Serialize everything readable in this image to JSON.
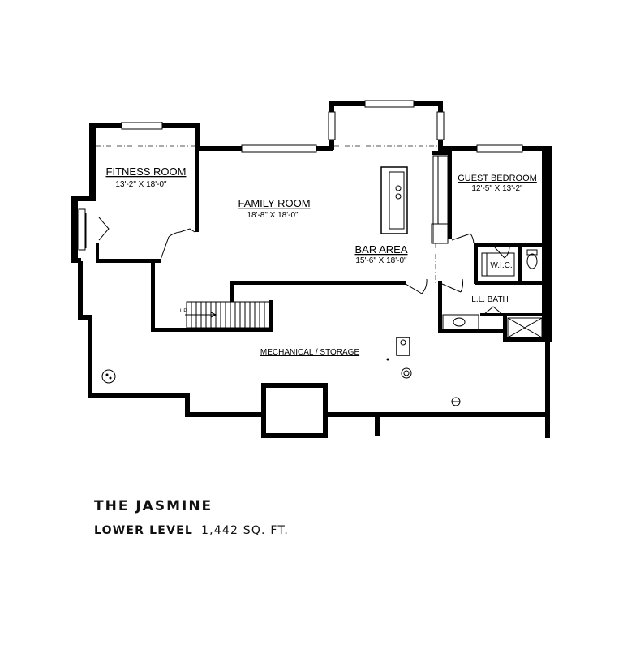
{
  "plan": {
    "title": "THE JASMINE",
    "level": "LOWER LEVEL",
    "area": "1,442 SQ. FT."
  },
  "rooms": {
    "fitness": {
      "name": "FITNESS ROOM",
      "dims": "13'-2\" X 18'-0\""
    },
    "family": {
      "name": "FAMILY ROOM",
      "dims": "18'-8\" X 18'-0\""
    },
    "bar": {
      "name": "BAR AREA",
      "dims": "15'-6\" X 18'-0\""
    },
    "guest": {
      "name": "GUEST BEDROOM",
      "dims": "12'-5\" X 13'-2\""
    },
    "wic": {
      "name": "W.I.C."
    },
    "bath": {
      "name": "L.L. BATH"
    },
    "mech": {
      "name": "MECHANICAL / STORAGE"
    }
  },
  "stairs": {
    "label": "UP"
  }
}
